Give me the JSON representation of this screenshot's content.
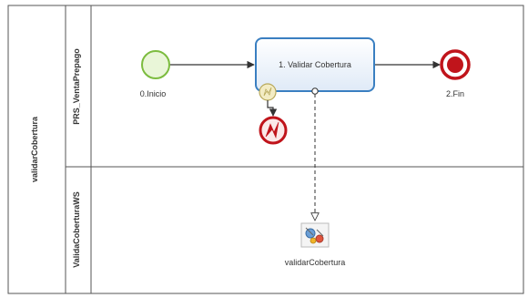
{
  "pool": {
    "name": "validarCobertura"
  },
  "lanes": [
    {
      "name": "PRS_VentaPrepago"
    },
    {
      "name": "ValidaCoberturaWS"
    }
  ],
  "nodes": {
    "start": {
      "label": "0.Inicio"
    },
    "task": {
      "label": "1. Validar Cobertura"
    },
    "end": {
      "label": "2.Fin"
    },
    "error_event": {
      "label": ""
    },
    "service": {
      "label": "validarCobertura"
    }
  },
  "colors": {
    "task_border": "#3a7fc1",
    "task_fill": "#eaf2fb",
    "start_stroke": "#7cbc3f",
    "start_fill": "#e9f6d8",
    "end_stroke": "#c0141b",
    "error_stroke": "#c0141b",
    "lines": "#333333"
  }
}
